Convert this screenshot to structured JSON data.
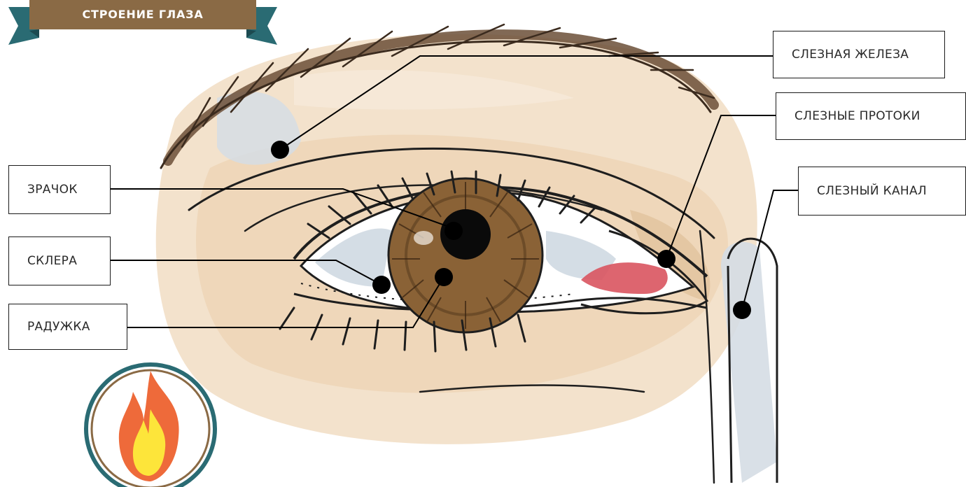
{
  "header": {
    "title": "СТРОЕНИЕ ГЛАЗА"
  },
  "labels": {
    "pupil": "ЗРАЧОК",
    "sclera": "СКЛЕРА",
    "iris": "РАДУЖКА",
    "lacrimal_gland": "СЛЕЗНАЯ ЖЕЛЕЗА",
    "lacrimal_ducts": "СЛЕЗНЫЕ ПРОТОКИ",
    "lacrimal_canal": "СЛЕЗНЫЙ КАНАЛ"
  },
  "icons": {
    "badge": "fire-icon"
  },
  "colors": {
    "banner": "#8a6a45",
    "banner_ribbon": "#2a6b73",
    "skin": "#f0dcc0",
    "skin_shadow": "#e3c6a0",
    "iris": "#8a6236",
    "sclera_shadow": "#cfd9e2",
    "caruncle": "#d9545f",
    "badge_ring": "#2a6b73",
    "flame_outer": "#ee6a3a",
    "flame_inner": "#fde53a"
  }
}
